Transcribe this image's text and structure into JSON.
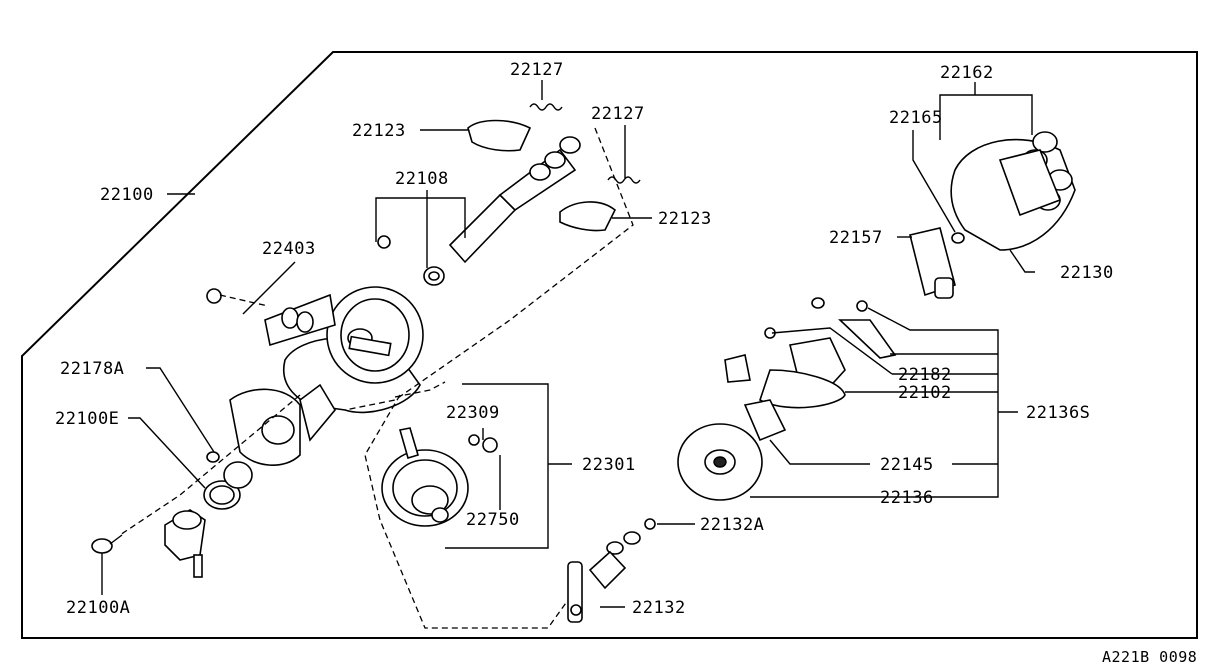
{
  "diagram_code": "A221B 0098",
  "labels": {
    "p22100": "22100",
    "p22127a": "22127",
    "p22127b": "22127",
    "p22123a": "22123",
    "p22123b": "22123",
    "p22108": "22108",
    "p22403": "22403",
    "p22178A": "22178A",
    "p22100E": "22100E",
    "p22100A": "22100A",
    "p22309": "22309",
    "p22301": "22301",
    "p22750": "22750",
    "p22132A": "22132A",
    "p22132": "22132",
    "p22162": "22162",
    "p22165": "22165",
    "p22157": "22157",
    "p22130": "22130",
    "p22182": "22182",
    "p22102": "22102",
    "p22136S": "22136S",
    "p22145": "22145",
    "p22136": "22136"
  }
}
